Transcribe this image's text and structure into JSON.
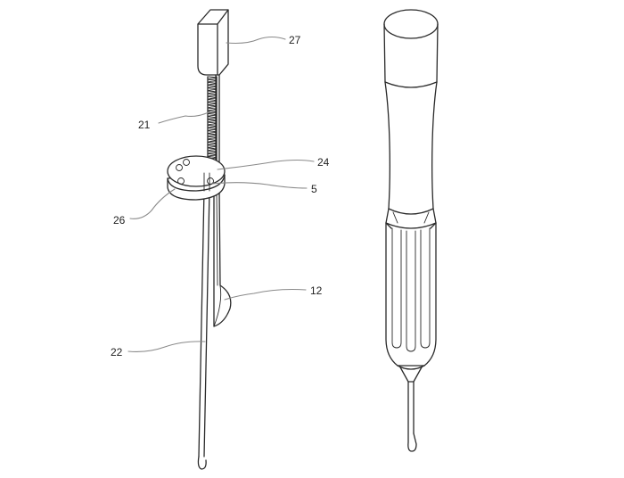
{
  "reference_numerals": {
    "n27": "27",
    "n21": "21",
    "n24": "24",
    "n5": "5",
    "n26": "26",
    "n12": "12",
    "n22": "22"
  }
}
